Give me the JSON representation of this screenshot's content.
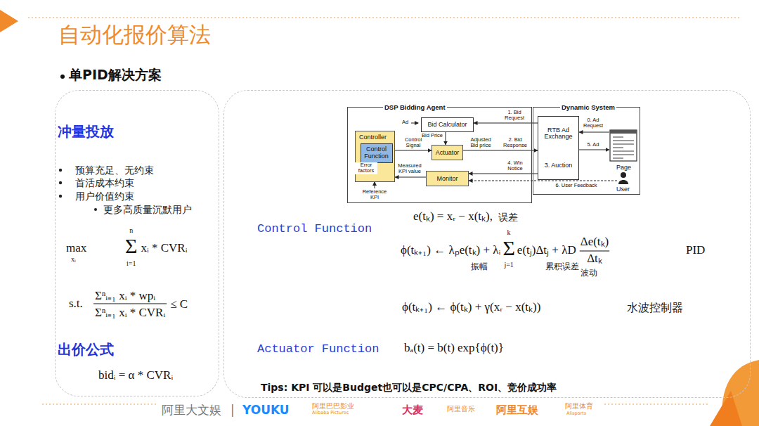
{
  "diagram": {
    "title": "自动化报价算法",
    "nodes": [
      {
        "text": [
          "冲量投放",
          "预算充足、无约束",
          "首活成本约束",
          "用户价值约束",
          "更多高质量沉默用户",
          "出价公式"
        ]
      },
      {
        "text": [
          "Control Function",
          "Actuator Function",
          "Tips: KPI 可以是Budget也可以是CPC/CPA、ROI、竞价成功率"
        ]
      },
      {
        "text": [
          "DSP Bidding Agent"
        ],
        "in": 1
      },
      {
        "text": [
          "Controller"
        ],
        "in": 2
      },
      {
        "text": [
          "Control Function"
        ],
        "in": 3
      },
      {
        "text": [
          "Bid Calculator"
        ],
        "in": 2
      },
      {
        "text": [
          "Actuator"
        ],
        "in": 2
      },
      {
        "text": [
          "Monitor"
        ],
        "in": 2
      },
      {
        "text": [
          "Dynamic System"
        ],
        "in": 1
      },
      {
        "text": [
          "RTB Ad Exchange",
          "3. Auction"
        ],
        "in": 8
      },
      {
        "text": [
          "Page"
        ],
        "in": 8
      },
      {
        "text": [
          "User"
        ],
        "in": 8
      }
    ],
    "edges": [
      {
        "from": 9,
        "to": 5,
        "label": "1. Bid Request",
        "arrow": "to"
      },
      {
        "from": 5,
        "to": 6,
        "label": "Bid Price",
        "arrow": "to"
      },
      {
        "from": 4,
        "to": 6,
        "label": "Control Signal",
        "arrow": "to"
      },
      {
        "from": 6,
        "to": 9,
        "label": "2. Bid Response",
        "arrow": "to"
      },
      {
        "from": 9,
        "to": 7,
        "label": "4. Win Notice",
        "arrow": "to"
      },
      {
        "from": 7,
        "to": 3,
        "label": "Measured KPI value",
        "arrow": "to"
      },
      {
        "from": 10,
        "to": 9,
        "label": "0. Ad Request",
        "arrow": "to"
      },
      {
        "from": 9,
        "to": 10,
        "label": "5. Ad",
        "arrow": "to"
      },
      {
        "from": 11,
        "to": 7,
        "label": "6. User Feedback",
        "arrow": "to"
      }
    ],
    "labels": [
      "单PID解决方案",
      "max",
      "xᵢ",
      "n",
      "Σ",
      "i=1",
      "xᵢ * CVRᵢ",
      "s.t.",
      "Σⁿᵢ₌₁ xᵢ * wpᵢ",
      "Σⁿᵢ₌₁ xᵢ * CVRᵢ",
      "≤ C",
      "bidᵢ = α * CVRᵢ",
      "Ad",
      "Adjusted Bid price",
      "Error factors",
      "Reference KPI",
      "e(tₖ) = xᵣ − x(tₖ),",
      "误差",
      "ϕ(tₖ₊₁) ← λₚe(tₖ) + λᵢ",
      "k",
      "Σ",
      "j=1",
      "e(tⱼ)Δtⱼ + λD",
      "Δe(tₖ)",
      "Δtₖ",
      "PID",
      "振幅",
      "累积误差",
      "波动",
      "ϕ(tₖ₊₁) ← ϕ(tₖ) + γ(xᵣ − x(tₖ))",
      "水波控制器",
      "bₐ(t) = b(t) exp{ϕ(t)}",
      "阿里大文娱",
      "|",
      "YOUKU",
      "阿里巴巴影业",
      "Alibaba Pictures",
      "大麦",
      "阿里音乐",
      "阿里互娱",
      "阿里体育",
      "Alisports"
    ]
  }
}
